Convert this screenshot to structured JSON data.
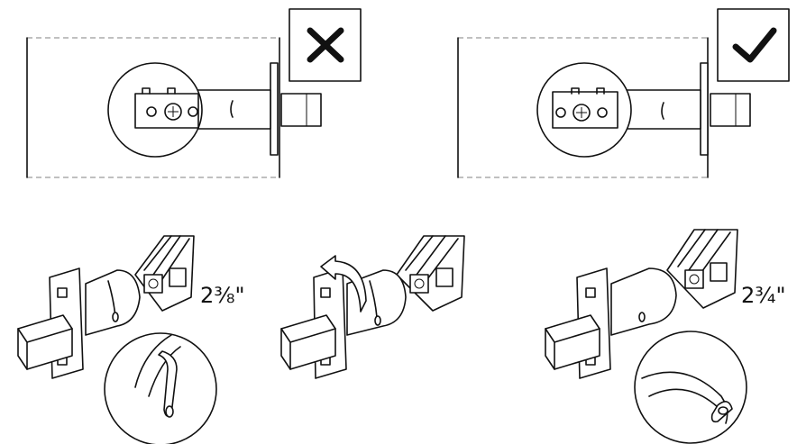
{
  "markers": {
    "wrong": {
      "icon": "x-mark-icon",
      "meaning": "incorrect"
    },
    "right": {
      "icon": "check-mark-icon",
      "meaning": "correct"
    }
  },
  "sizes": {
    "short": "2⅜\"",
    "long": "2¾\""
  },
  "colors": {
    "ink": "#111111",
    "guide": "#9a9a9a",
    "bg": "#ffffff"
  }
}
